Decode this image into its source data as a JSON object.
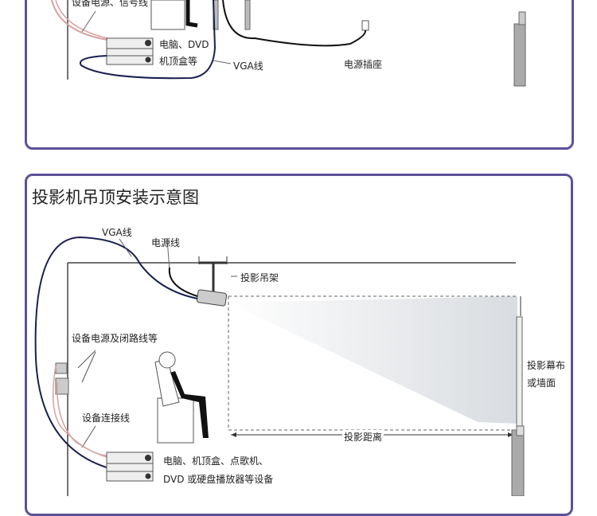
{
  "top_diagram": {
    "labels": {
      "cables": "设备电源、信号线",
      "devices_line1": "电脑、DVD",
      "devices_line2": "机顶盒等",
      "vga": "VGA线",
      "outlet": "电源插座"
    }
  },
  "ceiling_diagram": {
    "title": "投影机吊顶安装示意图",
    "labels": {
      "vga": "VGA线",
      "power": "电源线",
      "mount": "投影吊架",
      "wall_boxes": "设备电源及闭路线等",
      "connect": "设备连接线",
      "screen_line1": "投影幕布",
      "screen_line2": "或墙面",
      "distance": "投影距离",
      "devices_line1": "电脑、机顶盒、点歌机、",
      "devices_line2": "DVD 或硬盘播放器等设备"
    }
  },
  "colors": {
    "border": "#5b5299",
    "cable_dark": "#1a2050",
    "cable_red": "#d9a0a0"
  }
}
